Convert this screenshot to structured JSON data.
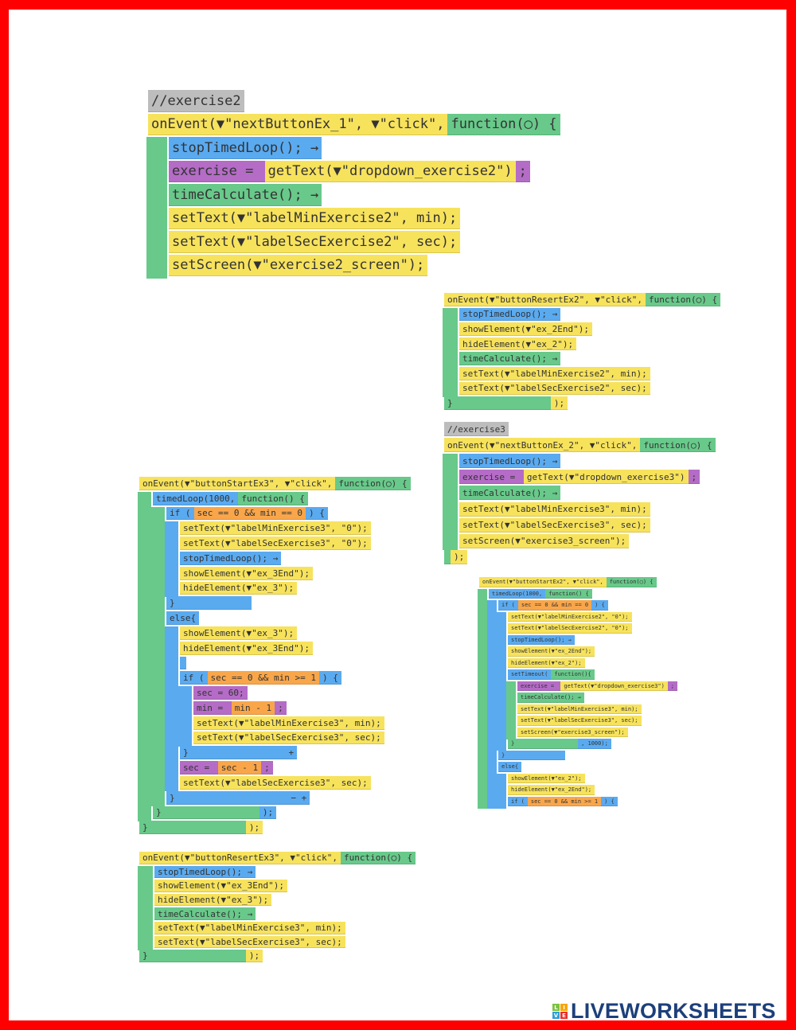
{
  "panels": [
    {
      "id": "panel-a",
      "name": "exercise2-next-handler",
      "rails": [
        "#68c98a"
      ],
      "lines": [
        {
          "i": 0,
          "s": [
            [
              "//exercise2",
              "c"
            ]
          ]
        },
        {
          "i": 0,
          "s": [
            [
              "onEvent(▼\"nextButtonEx_1\", ▼\"click\",",
              "y"
            ],
            [
              "function(◯) {",
              "g"
            ]
          ]
        },
        {
          "i": 1,
          "s": [
            [
              "stopTimedLoop(); →",
              "b"
            ]
          ]
        },
        {
          "i": 1,
          "s": [
            [
              "exercise = ",
              "p"
            ],
            [
              "getText(▼\"dropdown_exercise2\")",
              "y"
            ],
            [
              ";",
              "p"
            ]
          ]
        },
        {
          "i": 1,
          "s": [
            [
              "timeCalculate(); →",
              "g"
            ]
          ]
        },
        {
          "i": 1,
          "s": [
            [
              "setText(▼\"labelMinExercise2\", min);",
              "y"
            ]
          ]
        },
        {
          "i": 1,
          "s": [
            [
              "setText(▼\"labelSecExercise2\", sec);",
              "y"
            ]
          ]
        },
        {
          "i": 1,
          "s": [
            [
              "setScreen(▼\"exercise2_screen\");",
              "y"
            ]
          ]
        }
      ]
    },
    {
      "id": "panel-b",
      "name": "button-start-ex2-handler",
      "rails": [
        "#68c98a",
        "#5aaaf0",
        "#5aaaf0",
        "#68c98a"
      ],
      "lines": [
        {
          "i": 0,
          "s": [
            [
              "onEvent(▼\"buttonStartEx2\", ▼\"click\",",
              "y"
            ],
            [
              "function(◯) {",
              "g"
            ]
          ]
        },
        {
          "i": 1,
          "s": [
            [
              "timedLoop(1000,",
              "b"
            ],
            [
              "function() {",
              "g"
            ]
          ]
        },
        {
          "i": 2,
          "s": [
            [
              "if (",
              "b"
            ],
            [
              "sec == 0 && min == 0",
              "o"
            ],
            [
              ") {",
              "b"
            ]
          ]
        },
        {
          "i": 3,
          "s": [
            [
              "setText(▼\"labelMinExercise2\", \"0\");",
              "y"
            ]
          ]
        },
        {
          "i": 3,
          "s": [
            [
              "setText(▼\"labelSecExercise2\", \"0\");",
              "y"
            ]
          ]
        },
        {
          "i": 3,
          "s": [
            [
              "stopTimedLoop(); →",
              "b"
            ]
          ]
        },
        {
          "i": 3,
          "s": [
            [
              "showElement(▼\"ex_2End\");",
              "y"
            ]
          ]
        },
        {
          "i": 3,
          "s": [
            [
              "hideElement(▼\"ex_2\");",
              "y"
            ]
          ]
        },
        {
          "i": 3,
          "s": [
            [
              "setTimeout(",
              "b"
            ],
            [
              "function(){",
              "g"
            ]
          ]
        },
        {
          "i": 4,
          "s": [
            [
              "exercise = ",
              "p"
            ],
            [
              "getText(▼\"dropdown_exercise3\")",
              "y"
            ],
            [
              ";",
              "p"
            ]
          ]
        },
        {
          "i": 4,
          "s": [
            [
              "timeCalculate(); →",
              "g"
            ]
          ]
        },
        {
          "i": 4,
          "s": [
            [
              "setText(▼\"labelMinExercise3\", min);",
              "y"
            ]
          ]
        },
        {
          "i": 4,
          "s": [
            [
              "setText(▼\"labelSecExercise3\", sec);",
              "y"
            ]
          ]
        },
        {
          "i": 4,
          "s": [
            [
              "setScreen(▼\"exercise3_screen\");",
              "y"
            ]
          ]
        },
        {
          "i": 3,
          "s": [
            [
              "}                  ",
              "g"
            ],
            [
              ", 1000);",
              "b"
            ]
          ]
        },
        {
          "i": 2,
          "s": [
            [
              "}                 ",
              "b"
            ]
          ]
        },
        {
          "i": 2,
          "s": [
            [
              "else{",
              "b"
            ]
          ]
        },
        {
          "i": 3,
          "s": [
            [
              "showElement(▼\"ex_2\");",
              "y"
            ]
          ]
        },
        {
          "i": 3,
          "s": [
            [
              "hideElement(▼\"ex_2End\");",
              "y"
            ]
          ]
        },
        {
          "i": 3,
          "s": [
            [
              "if (",
              "b"
            ],
            [
              "sec == 0 && min >= 1",
              "o"
            ],
            [
              ") {",
              "b"
            ]
          ]
        }
      ]
    },
    {
      "id": "panel-c",
      "name": "button-resert-ex2-handler",
      "rails": [
        "#68c98a"
      ],
      "lines": [
        {
          "i": 0,
          "s": [
            [
              "onEvent(▼\"buttonResertEx2\", ▼\"click\",",
              "y"
            ],
            [
              "function(◯) {",
              "g"
            ]
          ]
        },
        {
          "i": 1,
          "s": [
            [
              "stopTimedLoop(); →",
              "b"
            ]
          ]
        },
        {
          "i": 1,
          "s": [
            [
              "showElement(▼\"ex_2End\");",
              "y"
            ]
          ]
        },
        {
          "i": 1,
          "s": [
            [
              "hideElement(▼\"ex_2\");",
              "y"
            ]
          ]
        },
        {
          "i": 1,
          "s": [
            [
              "timeCalculate(); →",
              "g"
            ]
          ]
        },
        {
          "i": 1,
          "s": [
            [
              "setText(▼\"labelMinExercise2\", min);",
              "y"
            ]
          ]
        },
        {
          "i": 1,
          "s": [
            [
              "setText(▼\"labelSecExercise2\", sec);",
              "y"
            ]
          ]
        },
        {
          "i": 0,
          "s": [
            [
              "}                  ",
              "g"
            ],
            [
              ");",
              "y"
            ]
          ]
        }
      ]
    },
    {
      "id": "panel-d",
      "name": "exercise3-next-handler",
      "rails": [
        "#68c98a"
      ],
      "lines": [
        {
          "i": 0,
          "s": [
            [
              "//exercise3",
              "c"
            ]
          ]
        },
        {
          "i": 0,
          "s": [
            [
              "onEvent(▼\"nextButtonEx_2\", ▼\"click\",",
              "y"
            ],
            [
              "function(◯) {",
              "g"
            ]
          ]
        },
        {
          "i": 1,
          "s": [
            [
              "stopTimedLoop(); →",
              "b"
            ]
          ]
        },
        {
          "i": 1,
          "s": [
            [
              "exercise = ",
              "p"
            ],
            [
              "getText(▼\"dropdown_exercise3\")",
              "y"
            ],
            [
              ";",
              "p"
            ]
          ]
        },
        {
          "i": 1,
          "s": [
            [
              "timeCalculate(); →",
              "g"
            ]
          ]
        },
        {
          "i": 1,
          "s": [
            [
              "setText(▼\"labelMinExercise3\", min);",
              "y"
            ]
          ]
        },
        {
          "i": 1,
          "s": [
            [
              "setText(▼\"labelSecExercise3\", sec);",
              "y"
            ]
          ]
        },
        {
          "i": 1,
          "s": [
            [
              "setScreen(▼\"exercise3_screen\");",
              "y"
            ]
          ]
        },
        {
          "i": 0,
          "s": [
            [
              "                  ",
              "g"
            ],
            [
              ");",
              "y"
            ]
          ]
        }
      ]
    },
    {
      "id": "panel-e",
      "name": "button-start-ex3-handler",
      "rails": [
        "#68c98a",
        "#68c98a",
        "#5aaaf0",
        "#5aaaf0",
        "#5aaaf0"
      ],
      "lines": [
        {
          "i": 0,
          "s": [
            [
              "onEvent(▼\"buttonStartEx3\", ▼\"click\",",
              "y"
            ],
            [
              "function(◯) {",
              "g"
            ]
          ]
        },
        {
          "i": 1,
          "s": [
            [
              "timedLoop(1000,",
              "b"
            ],
            [
              "function() {",
              "g"
            ]
          ]
        },
        {
          "i": 2,
          "s": [
            [
              "if (",
              "b"
            ],
            [
              "sec == 0 && min == 0",
              "o"
            ],
            [
              ") {",
              "b"
            ]
          ]
        },
        {
          "i": 3,
          "s": [
            [
              "setText(▼\"labelMinExercise3\", \"0\");",
              "y"
            ]
          ]
        },
        {
          "i": 3,
          "s": [
            [
              "setText(▼\"labelSecExercise3\", \"0\");",
              "y"
            ]
          ]
        },
        {
          "i": 3,
          "s": [
            [
              "stopTimedLoop(); →",
              "b"
            ]
          ]
        },
        {
          "i": 3,
          "s": [
            [
              "showElement(▼\"ex_3End\");",
              "y"
            ]
          ]
        },
        {
          "i": 3,
          "s": [
            [
              "hideElement(▼\"ex_3\");",
              "y"
            ]
          ]
        },
        {
          "i": 2,
          "s": [
            [
              "}              ",
              "b"
            ]
          ]
        },
        {
          "i": 2,
          "s": [
            [
              "else{",
              "b"
            ]
          ]
        },
        {
          "i": 3,
          "s": [
            [
              "showElement(▼\"ex_3\");",
              "y"
            ]
          ]
        },
        {
          "i": 3,
          "s": [
            [
              "hideElement(▼\"ex_3End\");",
              "y"
            ]
          ]
        },
        {
          "i": 3,
          "s": [
            [
              " ",
              "b"
            ]
          ]
        },
        {
          "i": 3,
          "s": [
            [
              "if (",
              "b"
            ],
            [
              "sec == 0 && min >= 1",
              "o"
            ],
            [
              ") {",
              "b"
            ]
          ]
        },
        {
          "i": 4,
          "s": [
            [
              "sec = 60;",
              "p"
            ]
          ]
        },
        {
          "i": 4,
          "s": [
            [
              "min = ",
              "p"
            ],
            [
              "min - 1",
              "o"
            ],
            [
              ";",
              "p"
            ]
          ]
        },
        {
          "i": 4,
          "s": [
            [
              "setText(▼\"labelMinExercise3\", min);",
              "y"
            ]
          ]
        },
        {
          "i": 4,
          "s": [
            [
              "setText(▼\"labelSecExercise3\", sec);",
              "y"
            ]
          ]
        },
        {
          "i": 3,
          "s": [
            [
              "}                   +",
              "b"
            ]
          ]
        },
        {
          "i": 3,
          "s": [
            [
              "sec = ",
              "p"
            ],
            [
              "sec - 1",
              "o"
            ],
            [
              ";",
              "p"
            ]
          ]
        },
        {
          "i": 3,
          "s": [
            [
              "setText(▼\"labelSecExercise3\", sec);",
              "y"
            ]
          ]
        },
        {
          "i": 2,
          "s": [
            [
              "}                      − +",
              "b"
            ]
          ]
        },
        {
          "i": 1,
          "s": [
            [
              "}                  ",
              "g"
            ],
            [
              ");",
              "b"
            ]
          ]
        },
        {
          "i": 0,
          "s": [
            [
              "}                  ",
              "g"
            ],
            [
              ");",
              "y"
            ]
          ]
        }
      ]
    },
    {
      "id": "panel-f",
      "name": "button-resert-ex3-handler",
      "rails": [
        "#68c98a"
      ],
      "lines": [
        {
          "i": 0,
          "s": [
            [
              "onEvent(▼\"buttonResertEx3\", ▼\"click\",",
              "y"
            ],
            [
              "function(◯) {",
              "g"
            ]
          ]
        },
        {
          "i": 1,
          "s": [
            [
              "stopTimedLoop(); →",
              "b"
            ]
          ]
        },
        {
          "i": 1,
          "s": [
            [
              "showElement(▼\"ex_3End\");",
              "y"
            ]
          ]
        },
        {
          "i": 1,
          "s": [
            [
              "hideElement(▼\"ex_3\");",
              "y"
            ]
          ]
        },
        {
          "i": 1,
          "s": [
            [
              "timeCalculate(); →",
              "g"
            ]
          ]
        },
        {
          "i": 1,
          "s": [
            [
              "setText(▼\"labelMinExercise3\", min);",
              "y"
            ]
          ]
        },
        {
          "i": 1,
          "s": [
            [
              "setText(▼\"labelSecExercise3\", sec);",
              "y"
            ]
          ]
        },
        {
          "i": 0,
          "s": [
            [
              "}                  ",
              "g"
            ],
            [
              ");",
              "y"
            ]
          ]
        }
      ]
    }
  ],
  "logo": {
    "text": "LIVEWORKSHEETS",
    "mark": [
      "L",
      "I",
      "V",
      "E"
    ],
    "colors": [
      "#7cc242",
      "#f7a600",
      "#2e9fd9",
      "#e5322d"
    ]
  },
  "frame_color": "#ff0000"
}
